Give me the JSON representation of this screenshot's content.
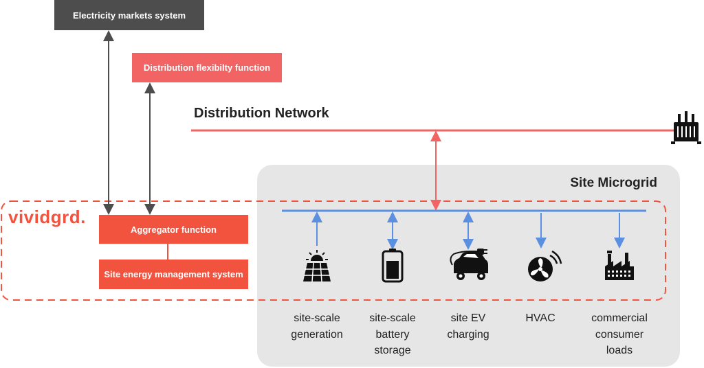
{
  "markets_label": "Electricity markets system",
  "flex_label": "Distribution flexibilty function",
  "network_label": "Distribution Network",
  "microgrid_label": "Site Microgrid",
  "brand": "vividgrd.",
  "aggregator_label": "Aggregator function",
  "sems_label": "Site energy management system",
  "assets": [
    {
      "label": "site-scale generation",
      "icon": "solar-panel-icon"
    },
    {
      "label": "site-scale battery storage",
      "icon": "battery-icon"
    },
    {
      "label": "site EV charging",
      "icon": "ev-car-icon"
    },
    {
      "label": "HVAC",
      "icon": "fan-icon"
    },
    {
      "label": "commercial consumer loads",
      "icon": "factory-icon"
    }
  ],
  "colors": {
    "dark": "#4d4d4d",
    "network": "#f26464",
    "brand": "#f2533f",
    "bus": "#5b8fe0",
    "microgrid_bg": "#e6e6e6"
  }
}
